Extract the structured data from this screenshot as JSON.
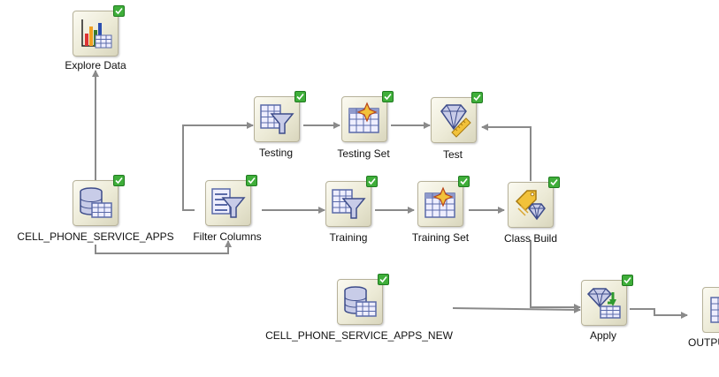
{
  "nodes": {
    "explore_data": {
      "label": "Explore Data",
      "icon": "explore-data-chart-icon",
      "status": "complete"
    },
    "testing": {
      "label": "Testing",
      "icon": "filter-icon",
      "status": "complete"
    },
    "testing_set": {
      "label": "Testing Set",
      "icon": "sample-set-icon",
      "status": "complete"
    },
    "test": {
      "label": "Test",
      "icon": "test-diamond-icon",
      "status": "complete"
    },
    "source": {
      "label": "CELL_PHONE_SERVICE_APPS",
      "icon": "data-source-icon",
      "status": "complete"
    },
    "filter_columns": {
      "label": "Filter Columns",
      "icon": "filter-columns-icon",
      "status": "complete"
    },
    "training": {
      "label": "Training",
      "icon": "filter-icon",
      "status": "complete"
    },
    "training_set": {
      "label": "Training Set",
      "icon": "sample-set-icon",
      "status": "complete"
    },
    "class_build": {
      "label": "Class Build",
      "icon": "class-build-icon",
      "status": "complete"
    },
    "source_new": {
      "label": "CELL_PHONE_SERVICE_APPS_NEW",
      "icon": "data-source-icon",
      "status": "complete"
    },
    "apply": {
      "label": "Apply",
      "icon": "apply-icon",
      "status": "complete"
    },
    "output": {
      "label": "OUTPU",
      "icon": "output-table-icon",
      "status": "unknown"
    }
  },
  "colors": {
    "link": "#8a8a8a",
    "tile": "#ecead6",
    "check": "#3fae3a",
    "icon_blue": "#5a6aa8",
    "icon_gold": "#d9a630"
  }
}
